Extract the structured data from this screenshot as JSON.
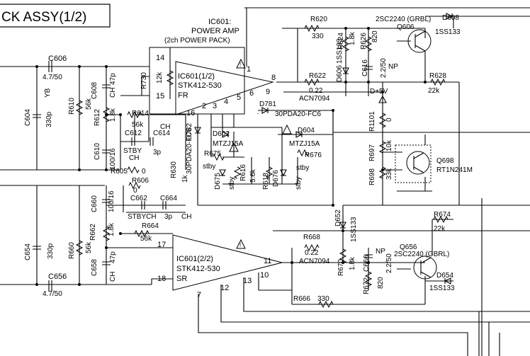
{
  "title": "CK ASSY(1/2)",
  "ic_upper": {
    "header": [
      "IC601:",
      "POWER AMP",
      "(2ch POWER PACK)"
    ],
    "name": "IC601(1/2)",
    "part": "STK412-530",
    "channel": "FR",
    "pins": [
      "14",
      "15",
      "16",
      "1",
      "2",
      "3",
      "4",
      "5",
      "6",
      "8",
      "9"
    ]
  },
  "ic_lower": {
    "name": "IC601(2/2)",
    "part": "STK412-530",
    "channel": "SR",
    "pins": [
      "17",
      "18",
      "7",
      "12",
      "13",
      "10",
      "11"
    ]
  },
  "upper_left": [
    {
      "ref": "C606",
      "value": "4.7/50"
    },
    {
      "ref": "C604",
      "value": "330p",
      "extra": "YB"
    },
    {
      "ref": "R610",
      "value": "56k"
    },
    {
      "ref": "C608",
      "value": "47p",
      "extra": "CH"
    },
    {
      "ref": "R612",
      "value": "1.8k"
    },
    {
      "ref": "C610",
      "value": "100/16"
    },
    {
      "ref": "R605",
      "value": "0"
    },
    {
      "ref": "R614",
      "value": "56k"
    },
    {
      "ref": "C612",
      "value": "CH"
    },
    {
      "ref": "C614",
      "value": "CH"
    },
    {
      "ref": "STBY",
      "value": "3p"
    },
    {
      "ref": "R730",
      "value": "12k"
    },
    {
      "ref": "R630",
      "value": "1k"
    }
  ],
  "lower_left": [
    {
      "ref": "R606",
      "value": "0"
    },
    {
      "ref": "C662",
      "value": ""
    },
    {
      "ref": "C664",
      "value": "CH"
    },
    {
      "ref": "STBYCH",
      "value": "3p"
    },
    {
      "ref": "C660",
      "value": "100/16"
    },
    {
      "ref": "R662",
      "value": "1.8k"
    },
    {
      "ref": "R664",
      "value": "56k"
    },
    {
      "ref": "C654",
      "value": "330p"
    },
    {
      "ref": "R660",
      "value": "56k"
    },
    {
      "ref": "C658",
      "value": "47p",
      "extra": "CH"
    },
    {
      "ref": "C656",
      "value": "4.7/50"
    }
  ],
  "diodes": [
    {
      "ref": "D602",
      "part": "MTZJ15A"
    },
    {
      "ref": "D604",
      "part": ""
    },
    {
      "ref": "D781",
      "part": "30PDA20-FC6"
    },
    {
      "ref": "D782",
      "part": "30PDA20-FC6"
    },
    {
      "ref": "D606",
      "part": "1SS133"
    },
    {
      "ref": "D608",
      "part": "1SS133"
    },
    {
      "ref": "D652",
      "part": "1SS133"
    },
    {
      "ref": "D654",
      "part": "1SS133"
    },
    {
      "ref": "D675",
      "part": ""
    },
    {
      "ref": "D676",
      "part": ""
    }
  ],
  "middle": [
    {
      "ref": "R675",
      "value": "stby"
    },
    {
      "ref": "R616",
      "value": "5.6k"
    },
    {
      "ref": "R618",
      "value": ""
    },
    {
      "ref": "R676",
      "value": "stby"
    },
    {
      "ref": "D604",
      "value": "MTZJ15A"
    }
  ],
  "right_upper": [
    {
      "ref": "R620",
      "value": "330"
    },
    {
      "ref": "R622",
      "value": "0.22"
    },
    {
      "ref": "R624",
      "value": "1.8k"
    },
    {
      "ref": "R626",
      "value": "820"
    },
    {
      "ref": "C616",
      "value": "2.2/50",
      "extra": "NP"
    },
    {
      "ref": "R628",
      "value": "22k"
    },
    {
      "ref": "Q606",
      "value": "2SC2240 (GRBL)"
    },
    {
      "ref": "ACN7094",
      "value": ""
    }
  ],
  "right_middle": [
    {
      "ref": "D+5V",
      "value": ""
    },
    {
      "ref": "R1101",
      "value": "0"
    },
    {
      "ref": "R697",
      "value": "10k"
    },
    {
      "ref": "R698",
      "value": "33k"
    },
    {
      "ref": "Q698",
      "value": "RT1N241M"
    }
  ],
  "right_lower": [
    {
      "ref": "R674",
      "value": "22k"
    },
    {
      "ref": "Q656",
      "value": "2SC2240 (GBRL)"
    },
    {
      "ref": "R668",
      "value": "0.22"
    },
    {
      "ref": "ACN7094",
      "value": ""
    },
    {
      "ref": "R670",
      "value": "1.8k"
    },
    {
      "ref": "C666",
      "value": "2.2/50",
      "extra": "NP"
    },
    {
      "ref": "R672",
      "value": "820"
    },
    {
      "ref": "R666",
      "value": "330"
    }
  ]
}
